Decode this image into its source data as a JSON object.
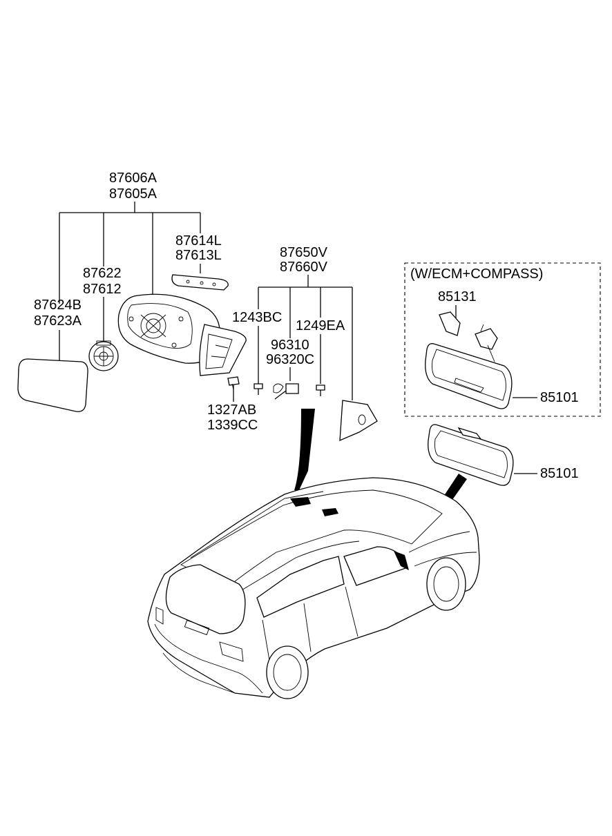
{
  "callouts": {
    "mirror_assy_lh": "87606A",
    "mirror_assy_rh": "87605A",
    "cover_l_1": "87614L",
    "cover_l_2": "87613L",
    "actuator_1": "87622",
    "actuator_2": "87612",
    "glass_1": "87624B",
    "glass_2": "87623A",
    "bolt": "1327AB",
    "nut": "1339CC",
    "inner_cover_1": "87650V",
    "inner_cover_2": "87660V",
    "screw_a": "1243BC",
    "screw_b": "1249EA",
    "switch_1": "96310",
    "switch_2": "96320C",
    "ecm_note": "(W/ECM+COMPASS)",
    "bracket": "85131",
    "inside_mirror_ecm": "85101",
    "inside_mirror": "85101"
  },
  "colors": {
    "line": "#000000",
    "background": "#ffffff"
  }
}
